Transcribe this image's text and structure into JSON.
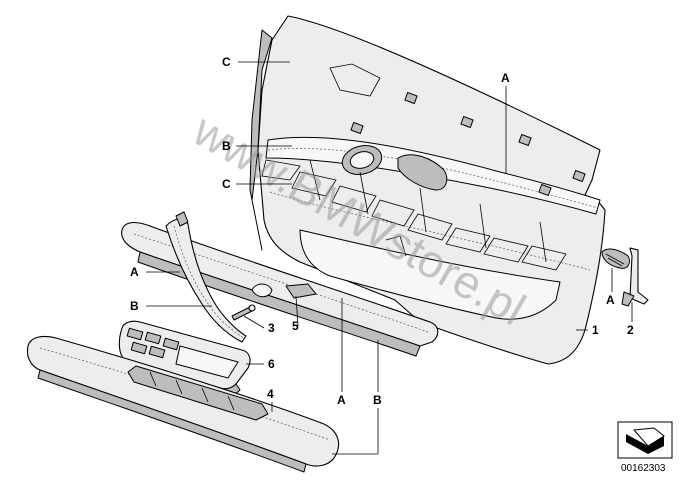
{
  "watermark": "www.BMWstore.pl",
  "image_code": "00162303",
  "callouts": [
    {
      "id": "c-top",
      "text": "C"
    },
    {
      "id": "a-top",
      "text": "A"
    },
    {
      "id": "b-mid",
      "text": "B"
    },
    {
      "id": "c-mid",
      "text": "C"
    },
    {
      "id": "a-left",
      "text": "A"
    },
    {
      "id": "b-left",
      "text": "B"
    },
    {
      "id": "n3",
      "text": "3"
    },
    {
      "id": "n5",
      "text": "5"
    },
    {
      "id": "n6",
      "text": "6"
    },
    {
      "id": "n4",
      "text": "4"
    },
    {
      "id": "a-bottom",
      "text": "A"
    },
    {
      "id": "b-bottom",
      "text": "B"
    },
    {
      "id": "n1",
      "text": "1"
    },
    {
      "id": "a-right",
      "text": "A"
    },
    {
      "id": "n2",
      "text": "2"
    }
  ]
}
